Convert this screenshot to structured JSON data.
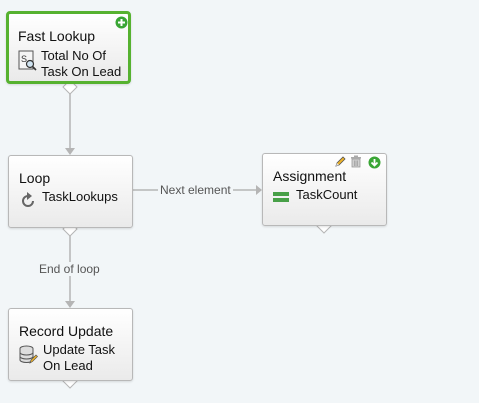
{
  "nodes": {
    "fast_lookup": {
      "title": "Fast Lookup",
      "subtitle_line1": "Total No Of",
      "subtitle_line2": "Task On Lead"
    },
    "loop": {
      "title": "Loop",
      "subtitle": "TaskLookups"
    },
    "assignment": {
      "title": "Assignment",
      "subtitle": "TaskCount"
    },
    "record_update": {
      "title": "Record Update",
      "subtitle_line1": "Update Task",
      "subtitle_line2": "On Lead"
    }
  },
  "connectors": {
    "next_element": "Next element",
    "end_of_loop": "End of loop"
  },
  "colors": {
    "canvas": "#f2f6f8",
    "selected_border": "#56b230",
    "connector": "#b5b5b5",
    "badge_green": "#3aa635"
  },
  "icons": [
    "fast-lookup-icon",
    "loop-icon",
    "assignment-icon",
    "record-update-icon",
    "add-icon",
    "edit-icon",
    "delete-icon",
    "download-icon"
  ]
}
